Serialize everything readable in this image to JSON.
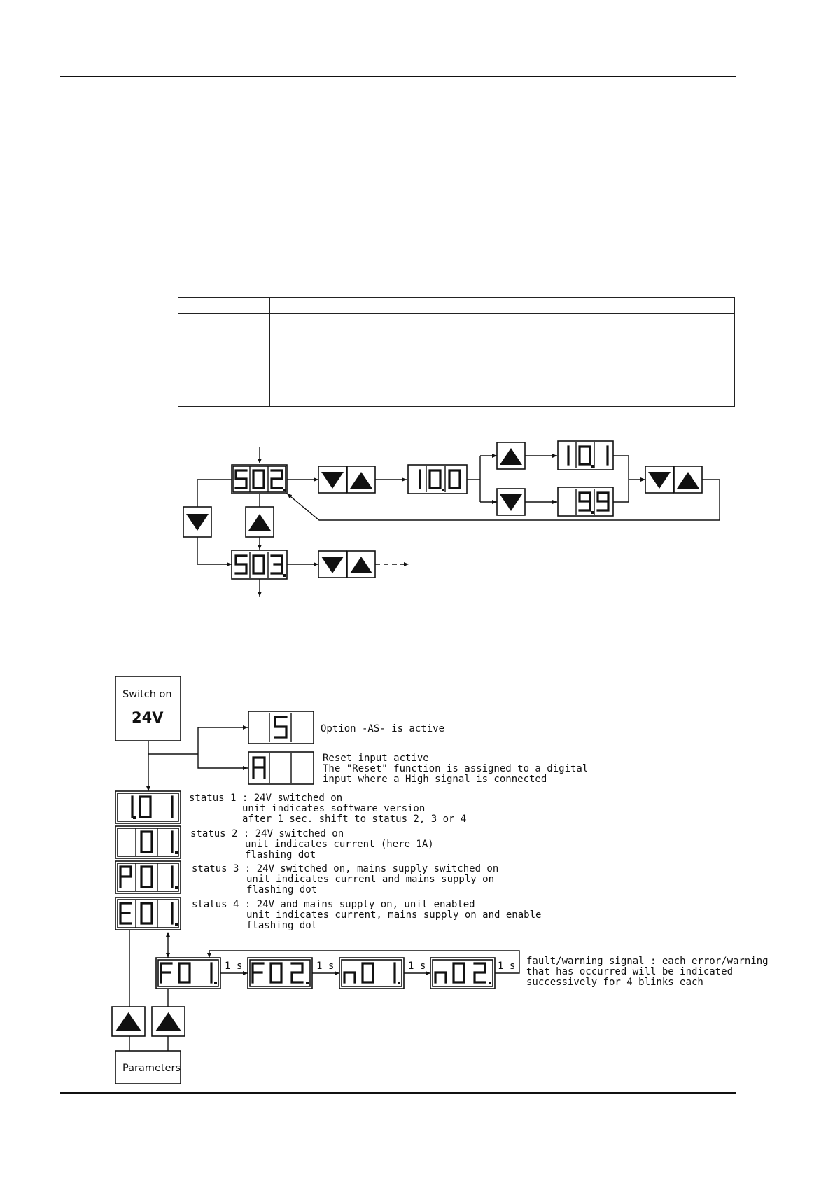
{
  "key_table": {
    "rows": [
      [
        "",
        ""
      ],
      [
        "",
        ""
      ],
      [
        "",
        ""
      ],
      [
        "",
        ""
      ]
    ]
  },
  "menu_diagram": {
    "displays": [
      "S02.",
      "100",
      "101",
      "9.9",
      "S03."
    ],
    "icons": [
      "arrow-down-icon",
      "arrow-up-icon"
    ]
  },
  "status_diagram": {
    "switch_on": {
      "line1": "Switch on",
      "line2": "24V"
    },
    "parameters_label": "Parameters",
    "display_S_text": "Option -AS- is active",
    "display_A_text": [
      "Reset input active",
      "The \"Reset\" function is assigned to a digital",
      "input where a High signal is connected"
    ],
    "status1": [
      "status 1 : 24V switched on",
      "unit indicates software version",
      "after 1 sec. shift to status 2, 3 or 4"
    ],
    "status2": [
      "status 2 : 24V switched on",
      "unit indicates current (here 1A)",
      "flashing dot"
    ],
    "status3": [
      "status 3 : 24V switched on, mains supply switched on",
      "unit indicates current and mains supply on",
      "flashing dot"
    ],
    "status4": [
      "status 4 : 24V and mains supply on, unit enabled",
      "unit indicates current, mains supply on and enable",
      "flashing dot"
    ],
    "fault_chain": [
      "F01.",
      "F02.",
      "n01.",
      "n02."
    ],
    "interval_label": "1 s",
    "fault_text": [
      "fault/warning signal : each error/warning",
      "that has occurred will be indicated",
      "successively for 4 blinks each"
    ]
  }
}
